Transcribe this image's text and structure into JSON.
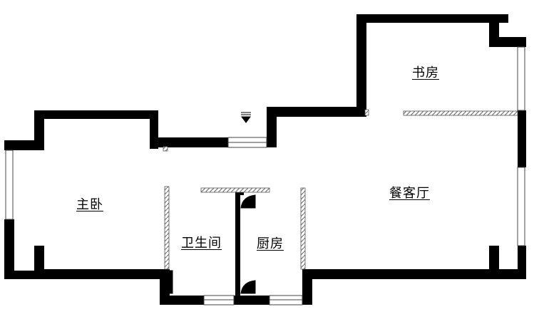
{
  "rooms": {
    "study": "书房",
    "living_dining": "餐客厅",
    "master_bedroom": "主卧",
    "bathroom": "卫生间",
    "kitchen": "厨房"
  }
}
